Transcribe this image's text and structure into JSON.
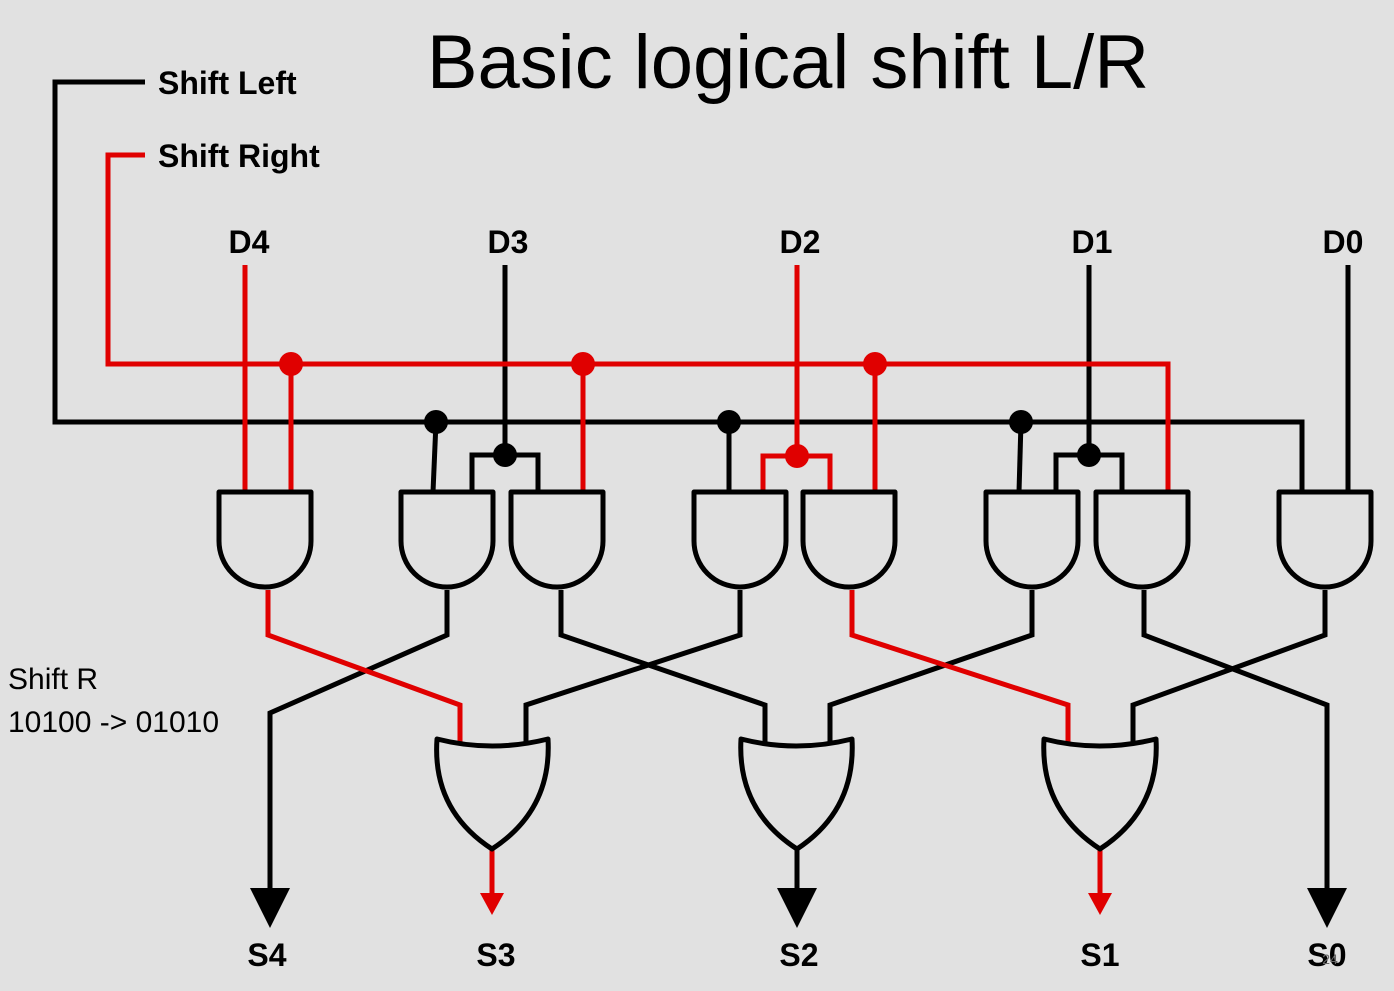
{
  "title": "Basic logical shift L/R",
  "legend": {
    "shift_left": "Shift Left",
    "shift_right": "Shift Right"
  },
  "inputs": [
    "D4",
    "D3",
    "D2",
    "D1",
    "D0"
  ],
  "outputs": [
    "S4",
    "S3",
    "S2",
    "S1",
    "S0"
  ],
  "note": {
    "line1": "Shift R",
    "line2": "10100 -> 01010"
  },
  "page_number": "24",
  "colors": {
    "background": "#e1e1e1",
    "active_signal": "#e00000",
    "inactive_signal": "#000000"
  }
}
